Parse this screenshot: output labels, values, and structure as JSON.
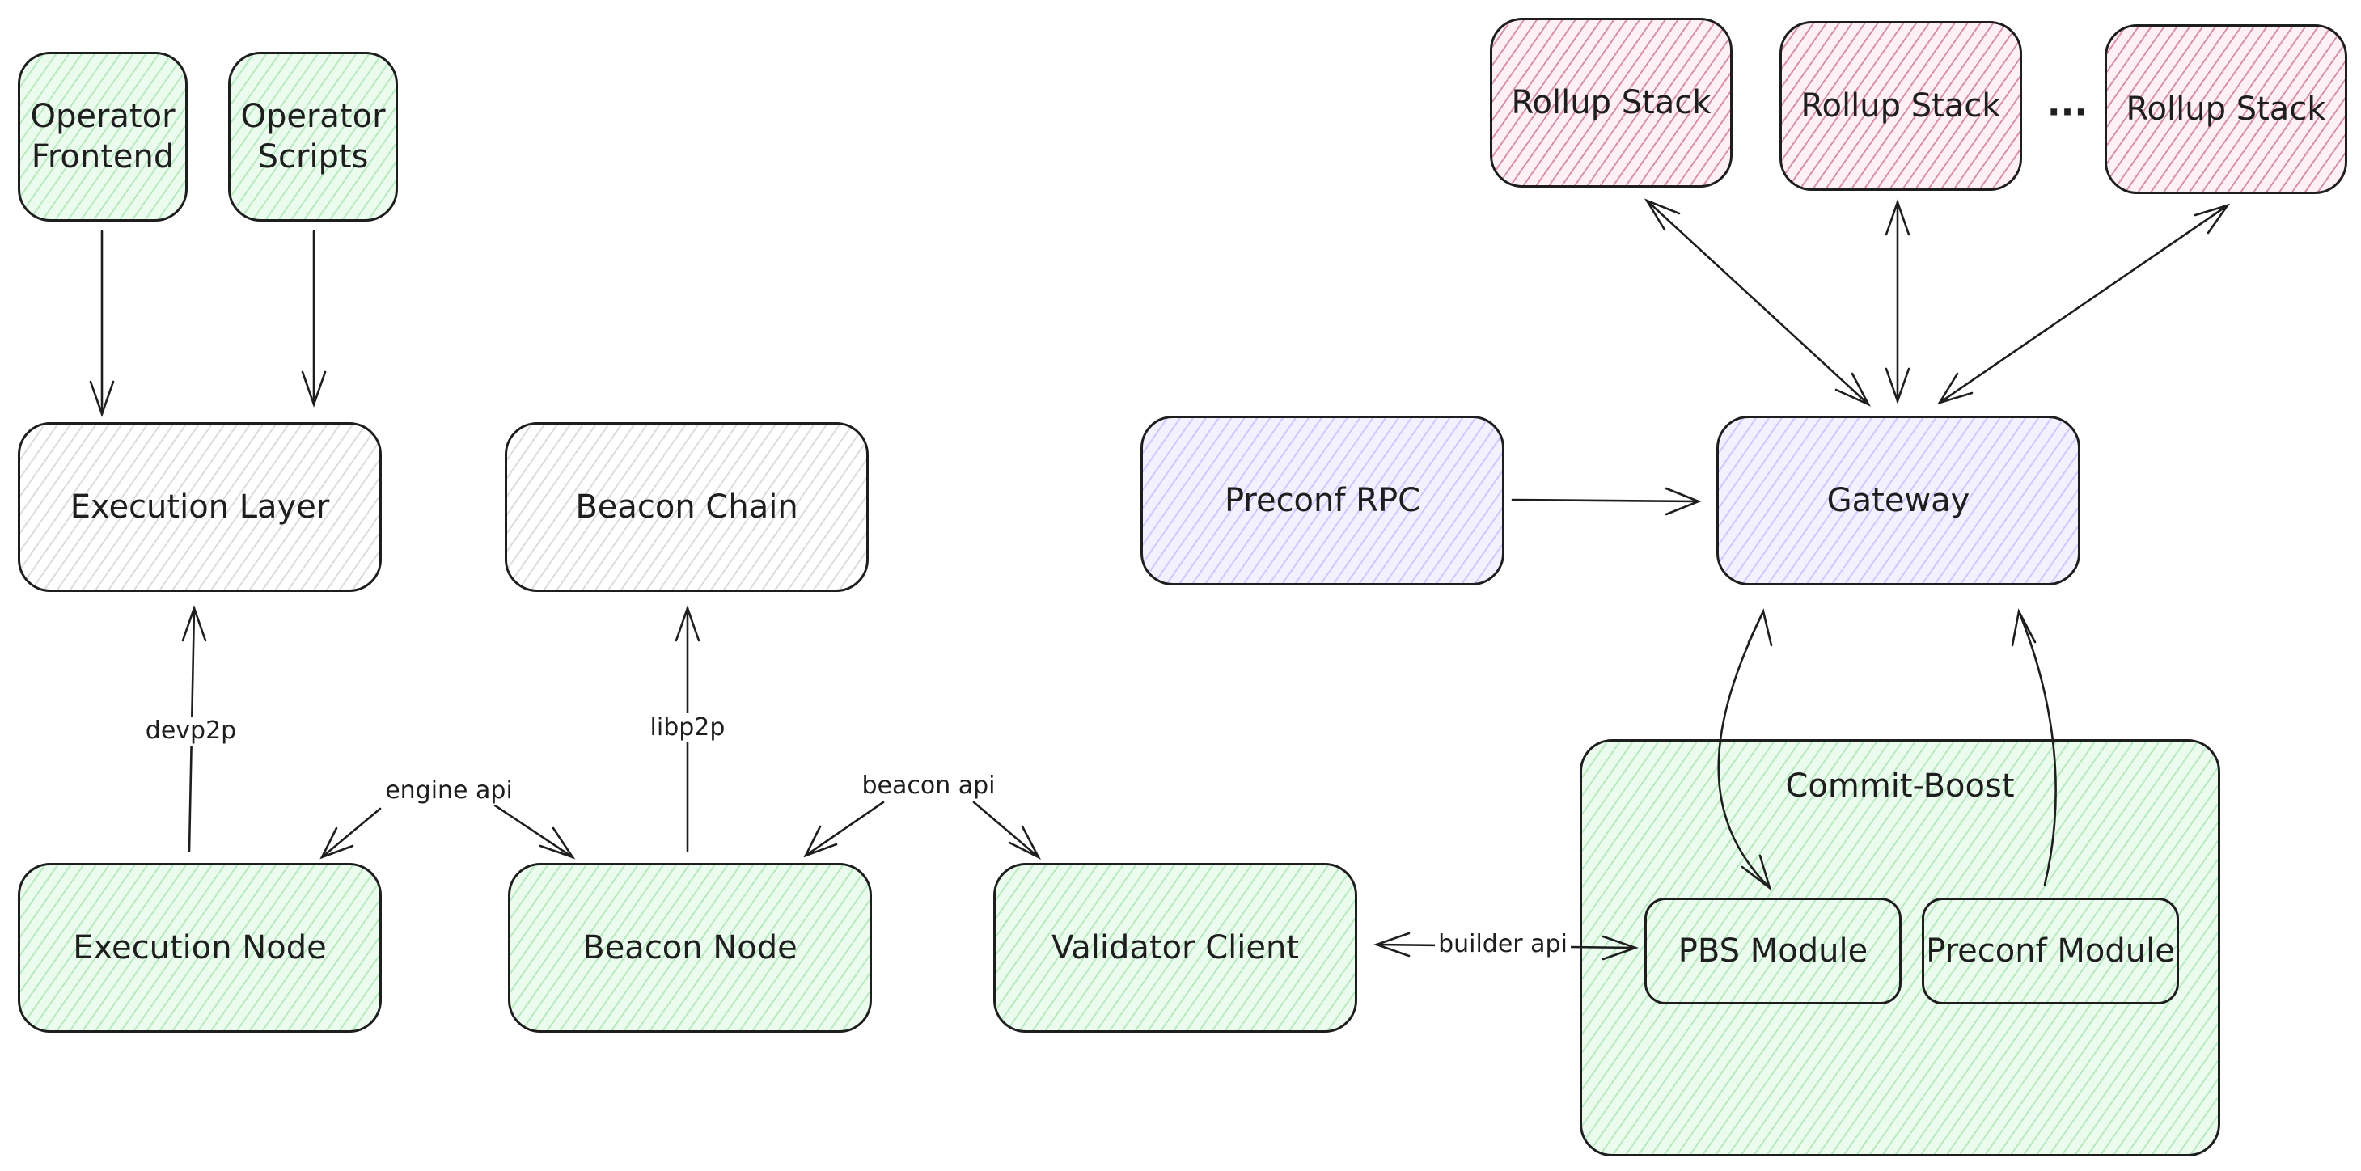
{
  "nodes": {
    "operator_frontend": "Operator\nFrontend",
    "operator_scripts": "Operator\nScripts",
    "execution_layer": "Execution Layer",
    "beacon_chain": "Beacon Chain",
    "execution_node": "Execution Node",
    "beacon_node": "Beacon Node",
    "validator_client": "Validator Client",
    "preconf_rpc": "Preconf RPC",
    "gateway": "Gateway",
    "rollup_stack_1": "Rollup Stack",
    "rollup_stack_2": "Rollup Stack",
    "rollup_stack_3": "Rollup Stack",
    "commit_boost": "Commit-Boost",
    "pbs_module": "PBS Module",
    "preconf_module": "Preconf Module"
  },
  "edge_labels": {
    "devp2p": "devp2p",
    "engine_api": "engine api",
    "libp2p": "libp2p",
    "beacon_api": "beacon api",
    "builder_api": "builder api"
  },
  "ellipsis": "...",
  "colors": {
    "green": "#40c057",
    "gray": "#8c8c8c",
    "purple": "#9775fa",
    "red": "#a61e4d",
    "stroke": "#1e1e1e"
  }
}
